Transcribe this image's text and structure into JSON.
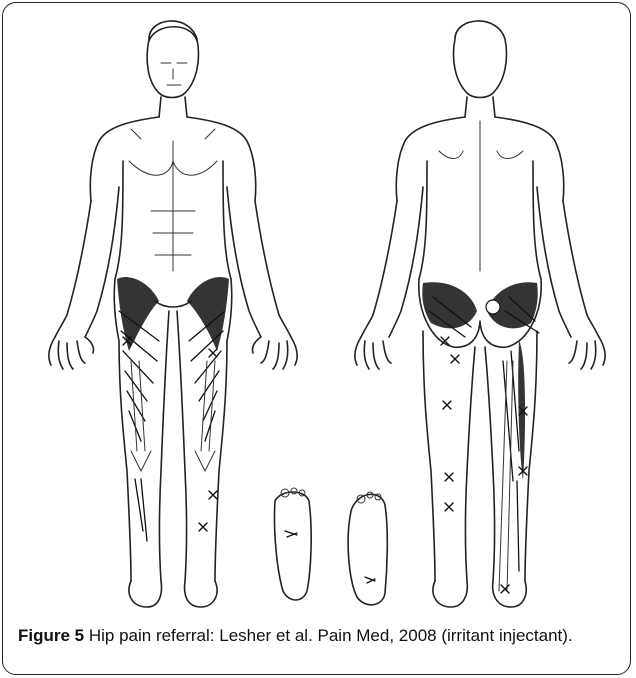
{
  "caption": {
    "label": "Figure 5",
    "text": " Hip pain referral: Lesher et al. Pain Med, 2008 (irritant injectant)."
  },
  "illustration": {
    "views": [
      "front-body",
      "back-body",
      "foot-sole-left",
      "foot-sole-right"
    ],
    "line_color": "#222222",
    "mark_color": "#111111"
  }
}
